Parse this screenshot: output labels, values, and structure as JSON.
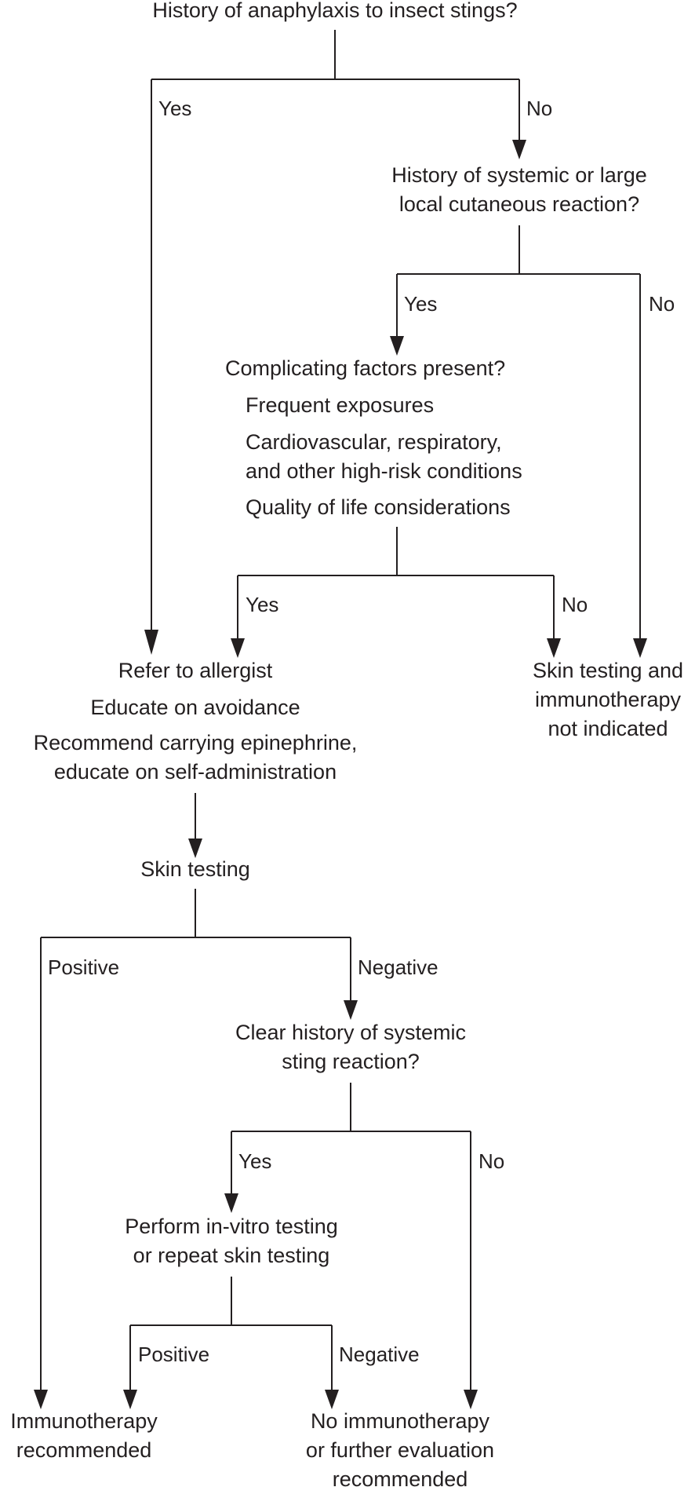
{
  "nodes": {
    "q_anaphylaxis": [
      "History of anaphylaxis to insect stings?"
    ],
    "q_systemic": [
      "History of systemic or large",
      "local cutaneous reaction?"
    ],
    "q_complicating": [
      "Complicating factors present?"
    ],
    "f_frequent": [
      "Frequent exposures"
    ],
    "f_cardio": [
      "Cardiovascular, respiratory,",
      "and other high-risk conditions"
    ],
    "f_quality": [
      "Quality of life considerations"
    ],
    "a_refer": [
      "Refer to allergist"
    ],
    "a_educate": [
      "Educate on avoidance"
    ],
    "a_epinephrine": [
      "Recommend carrying epinephrine,",
      "educate on self-administration"
    ],
    "r_not_indicated": [
      "Skin testing and",
      "immunotherapy",
      "not indicated"
    ],
    "s_skin_testing": [
      "Skin testing"
    ],
    "q_clear_history": [
      "Clear history of systemic",
      "sting reaction?"
    ],
    "a_invitro": [
      "Perform in-vitro testing",
      "or repeat skin testing"
    ],
    "r_immunotherapy": [
      "Immunotherapy",
      "recommended"
    ],
    "r_no_immunotherapy": [
      "No immunotherapy",
      "or further evaluation",
      "recommended"
    ]
  },
  "edge_labels": {
    "anaphylaxis_yes": "Yes",
    "anaphylaxis_no": "No",
    "systemic_yes": "Yes",
    "systemic_no": "No",
    "complicating_yes": "Yes",
    "complicating_no": "No",
    "skin_positive": "Positive",
    "skin_negative": "Negative",
    "clear_yes": "Yes",
    "clear_no": "No",
    "invitro_positive": "Positive",
    "invitro_negative": "Negative"
  },
  "colors": {
    "ink": "#231f20",
    "background": "#ffffff"
  }
}
